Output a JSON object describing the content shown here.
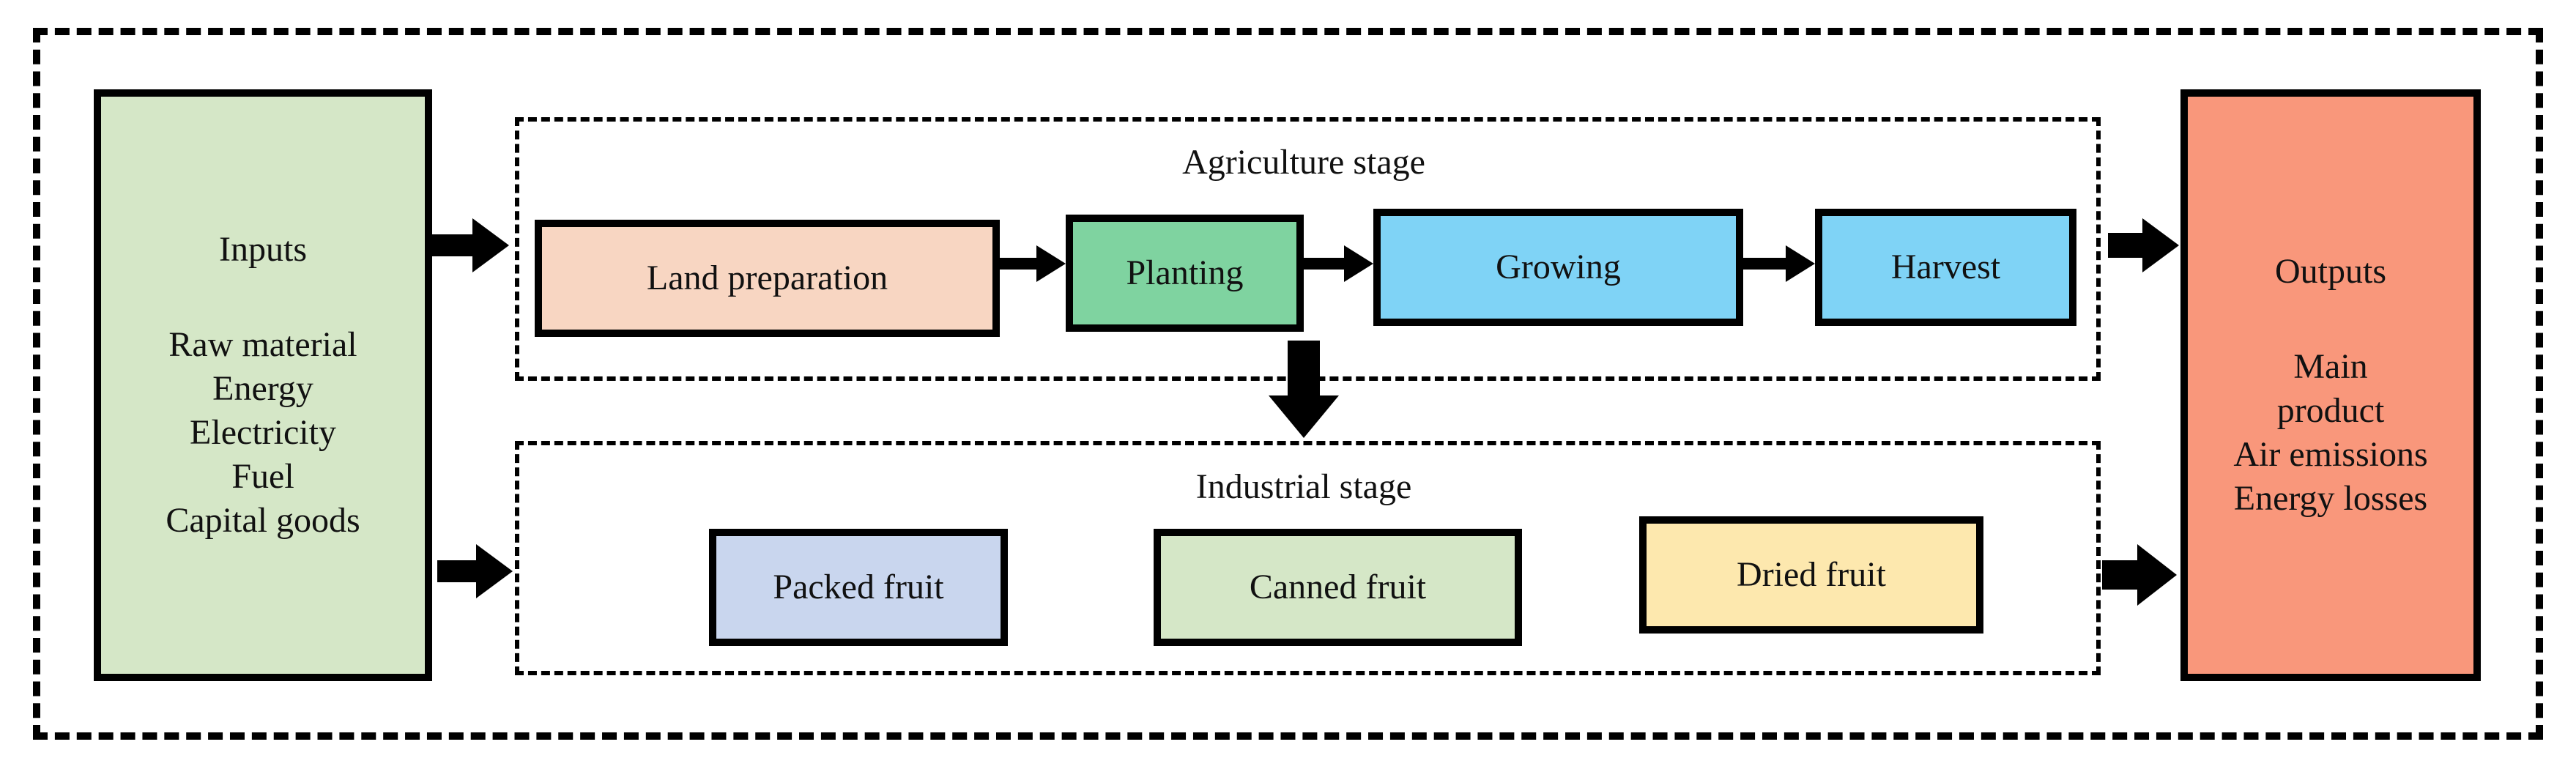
{
  "colors": {
    "inputs_bg": "#d5e7c7",
    "outputs_bg": "#f9977b",
    "land_prep_bg": "#f8d6c2",
    "planting_bg": "#7fd3a0",
    "growing_bg": "#7fd3f6",
    "harvest_bg": "#7fd3f6",
    "packed_bg": "#c9d6ee",
    "canned_bg": "#d5e7c7",
    "dried_bg": "#fde8ae"
  },
  "inputs": {
    "title": "Inputs",
    "items": [
      "Raw material",
      "Energy",
      "Electricity",
      "Fuel",
      "Capital goods"
    ]
  },
  "outputs": {
    "title": "Outputs",
    "items": [
      "Main",
      "product",
      "Air emissions",
      "Energy losses"
    ]
  },
  "agriculture_stage": {
    "title": "Agriculture stage",
    "steps": [
      "Land preparation",
      "Planting",
      "Growing",
      "Harvest"
    ]
  },
  "industrial_stage": {
    "title": "Industrial stage",
    "products": [
      "Packed fruit",
      "Canned fruit",
      "Dried fruit"
    ]
  }
}
